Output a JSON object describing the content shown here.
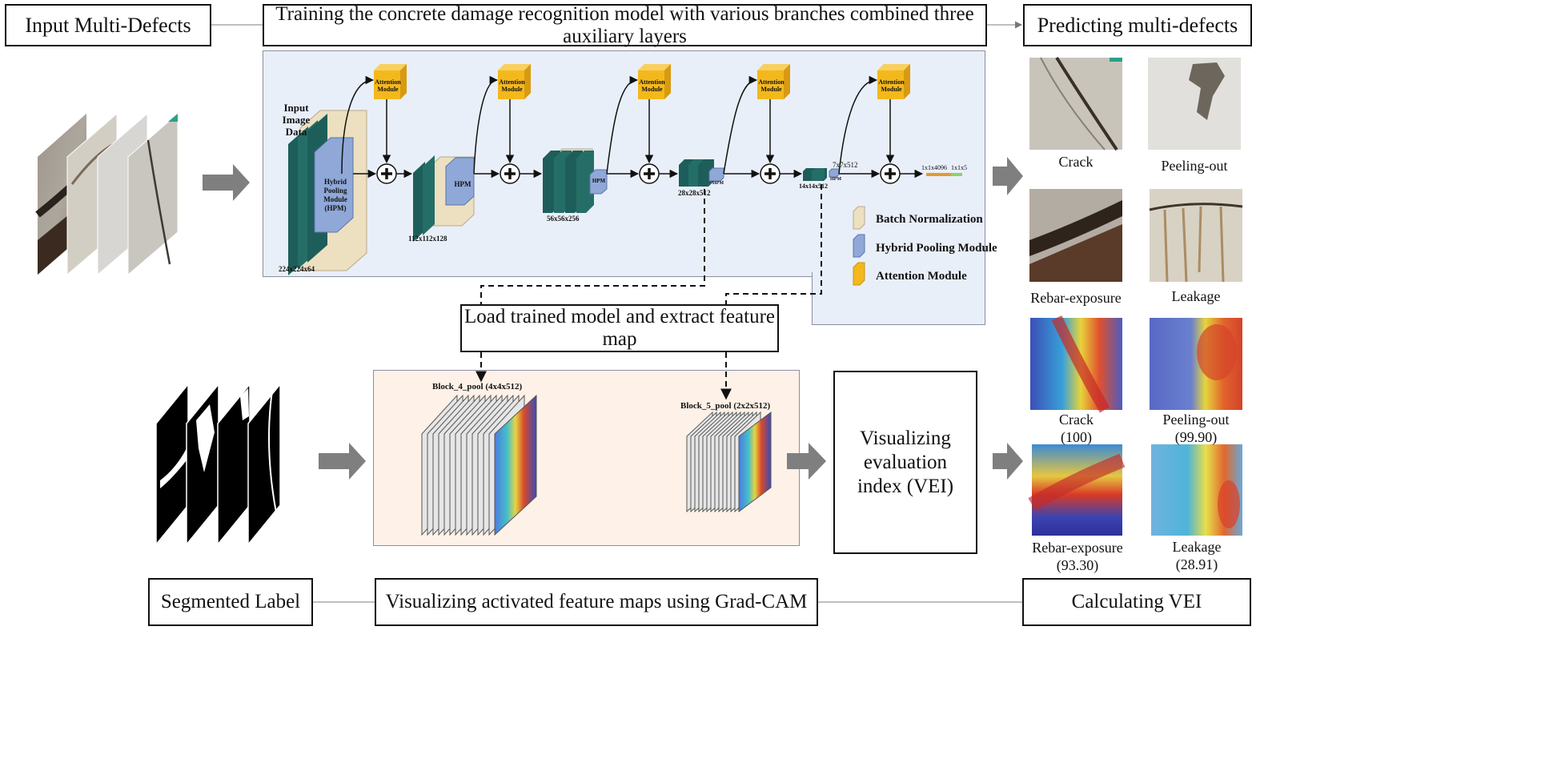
{
  "boxes": {
    "input_multi_defects": "Input Multi-Defects",
    "training_title": "Training the concrete damage recognition model with various branches combined three auxiliary layers",
    "predicting_multi_defects": "Predicting multi-defects",
    "load_trained_model": "Load trained model and extract feature map",
    "visualizing_vei": "Visualizing evaluation index (VEI)",
    "segmented_label": "Segmented Label",
    "visualizing_gradcam": "Visualizing activated feature maps using Grad-CAM",
    "calculating_vei": "Calculating VEI"
  },
  "network": {
    "input_label": "Input Image Data",
    "hpm_full": "Hybrid Pooling Module (HPM)",
    "hpm_short": "HPM",
    "attention": "Attention Module",
    "dims": [
      "224x224x64",
      "112x112x128",
      "56x56x256",
      "28x28x512",
      "14x14x512",
      "7x7x512",
      "1x1x4096",
      "1x1x5"
    ],
    "legend": [
      "Batch Normalization",
      "Hybrid Pooling Module",
      "Attention Module"
    ]
  },
  "gradcam": {
    "block4": "Block_4_pool (4x4x512)",
    "block5": "Block_5_pool (2x2x512)"
  },
  "predictions": [
    {
      "label": "Crack"
    },
    {
      "label": "Peeling-out"
    },
    {
      "label": "Rebar-exposure"
    },
    {
      "label": "Leakage"
    }
  ],
  "heatmaps": [
    {
      "label": "Crack",
      "score": "(100)"
    },
    {
      "label": "Peeling-out",
      "score": "(99.90)"
    },
    {
      "label": "Rebar-exposure",
      "score": "(93.30)"
    },
    {
      "label": "Leakage",
      "score": "(28.91)"
    }
  ],
  "colors": {
    "network_bg": "#e9eff9",
    "gradcam_bg": "#fdf1e8",
    "teal": "#1e5e5a",
    "bn_beige": "#ece0c0",
    "hpm_blue": "#8fa8d8",
    "attention_gold": "#f3b81c",
    "arrow_gray": "#7f7f7f"
  }
}
